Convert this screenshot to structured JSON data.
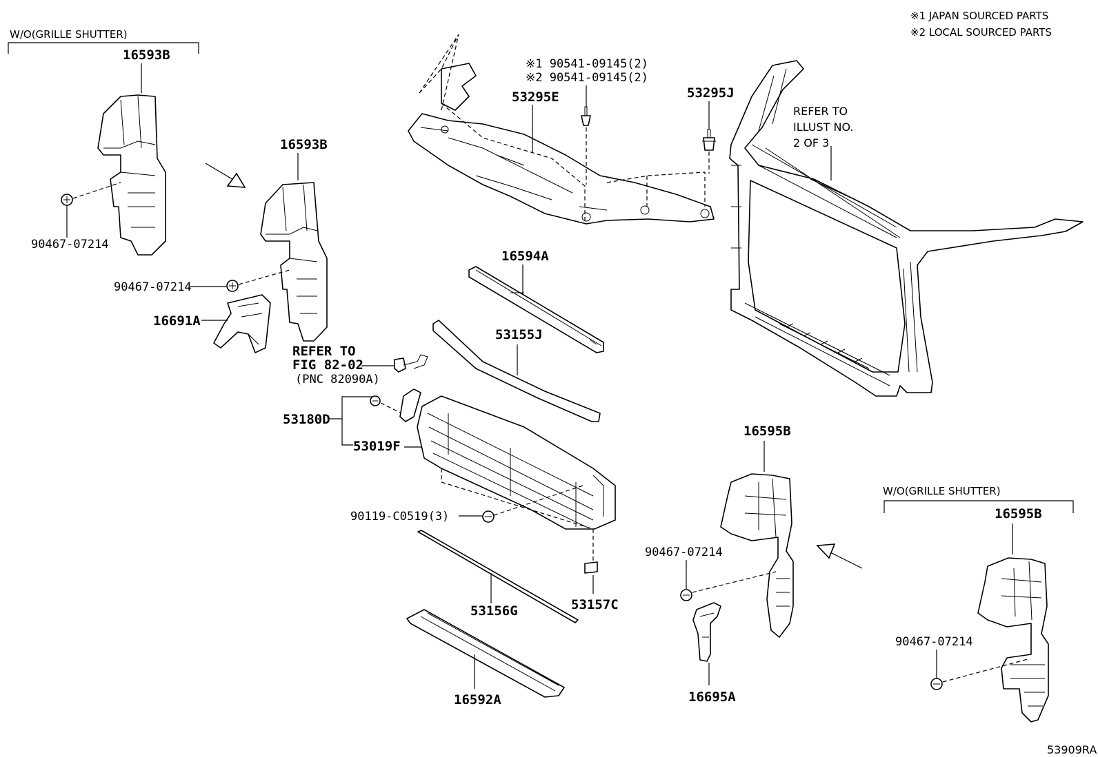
{
  "legend": {
    "japan": "※1 JAPAN SOURCED PARTS",
    "local": "※2 LOCAL SOURCED PARTS"
  },
  "groups": {
    "left_wo": "W/O(GRILLE SHUTTER)",
    "right_wo": "W/O(GRILLE SHUTTER)"
  },
  "labels": {
    "p16593B_a": "16593B",
    "p16593B_b": "16593B",
    "p90467_a": "90467-07214",
    "p90467_b": "90467-07214",
    "p90467_c": "90467-07214",
    "p90467_d": "90467-07214",
    "p16691A": "16691A",
    "p53295E": "53295E",
    "p90541_1": "※1 90541-09145(2)",
    "p90541_2": "※2 90541-09145(2)",
    "p53295J": "53295J",
    "p16594A": "16594A",
    "p53155J": "53155J",
    "p53180D": "53180D",
    "p53019F": "53019F",
    "p90119": "90119-C0519(3)",
    "p53156G": "53156G",
    "p53157C": "53157C",
    "p16592A": "16592A",
    "p16595B_a": "16595B",
    "p16595B_b": "16595B",
    "p16695A": "16695A"
  },
  "refs": {
    "fig_line1": "REFER TO",
    "fig_line2": "FIG 82-02",
    "fig_line3": "(PNC 82090A)",
    "illust_line1": "REFER TO",
    "illust_line2": "ILLUST NO.",
    "illust_line3": "2 OF 3"
  },
  "footer": {
    "code": "53909RA"
  }
}
